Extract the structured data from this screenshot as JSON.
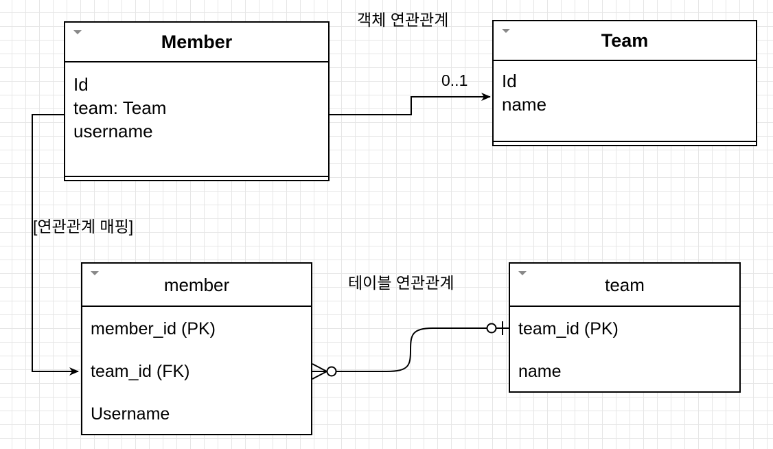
{
  "labels": {
    "object_relation": "객체 연관관계",
    "table_relation": "테이블 연관관계",
    "mapping": "[연관관계 매핑]",
    "multiplicity": "0..1"
  },
  "classes": {
    "member": {
      "title": "Member",
      "attributes": [
        "Id",
        "team: Team",
        "username"
      ]
    },
    "team": {
      "title": "Team",
      "attributes": [
        "Id",
        "name"
      ]
    }
  },
  "tables": {
    "member": {
      "title": "member",
      "columns": [
        "member_id (PK)",
        "team_id (FK)",
        "Username"
      ]
    },
    "team": {
      "title": "team",
      "columns": [
        "team_id (PK)",
        "name"
      ]
    }
  }
}
